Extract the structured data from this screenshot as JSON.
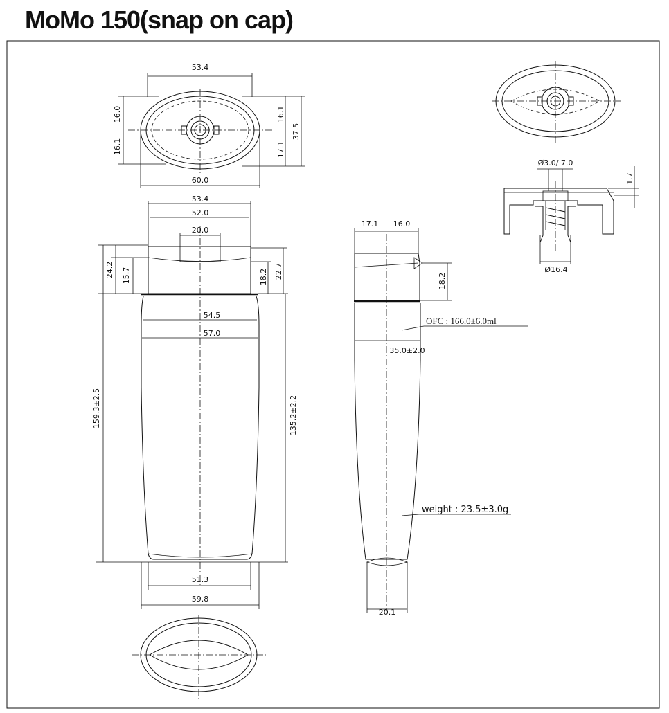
{
  "title": "MoMo 150(snap on cap)",
  "top_view": {
    "width_outer": "53.4",
    "left_upper": "16.0",
    "left_lower": "16.1",
    "right_upper": "16.1",
    "right_lower": "17.1",
    "depth_total": "37.5",
    "width_total": "60.0"
  },
  "front_view": {
    "cap_width": "53.4",
    "cap_inner_width": "52.0",
    "spout_width": "20.0",
    "cap_height_outer": "24.2",
    "cap_height_inner": "15.7",
    "cap_right_1": "18.2",
    "cap_right_2": "22.7",
    "shoulder_width": "54.5",
    "body_width": "57.0",
    "total_height": "159.3±2.5",
    "body_height": "135.2±2.2",
    "base_inner_width": "51.3",
    "base_width": "59.8"
  },
  "side_view": {
    "cap_left": "17.1",
    "cap_right": "16.0",
    "cap_height": "18.2",
    "ofc_note": "OFC : 166.0±6.0ml",
    "body_depth": "35.0±2.0",
    "weight_note": "weight : 23.5±3.0g",
    "base_depth": "20.1"
  },
  "cap_detail": {
    "orifice": "Ø3.0/ 7.0",
    "lip_height": "1.7",
    "neck_dia": "Ø16.4"
  }
}
